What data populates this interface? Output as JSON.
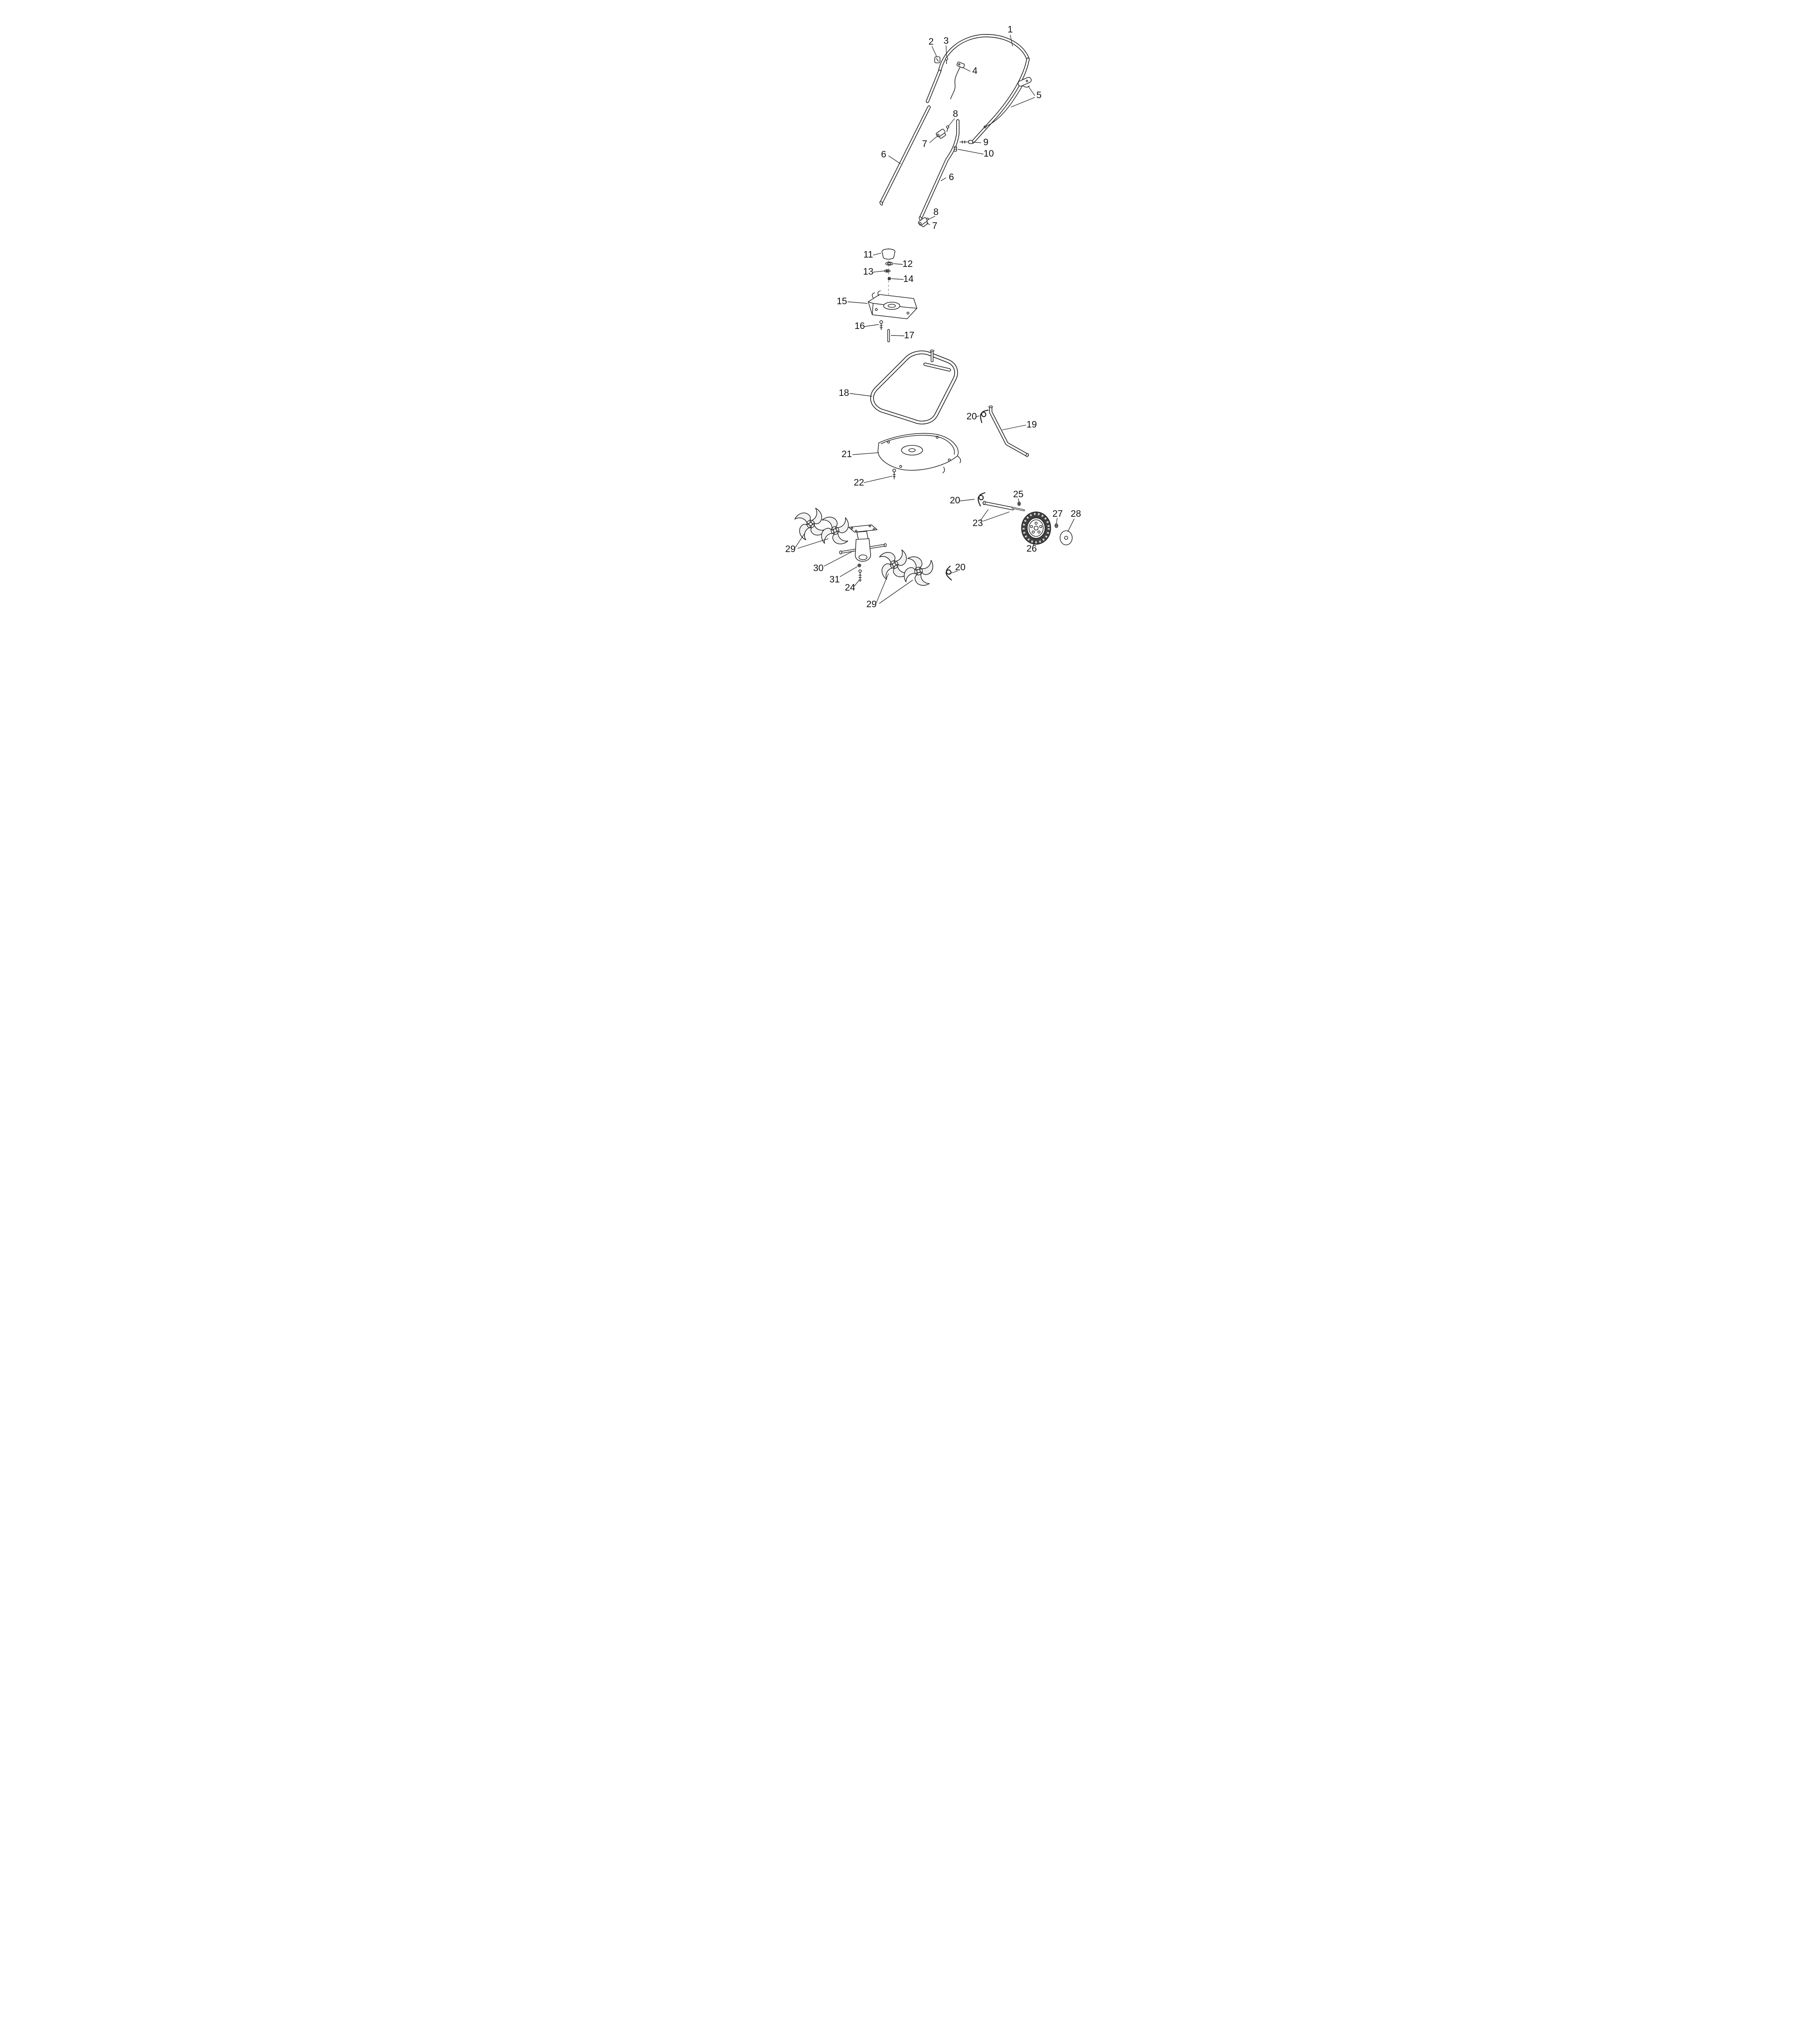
{
  "diagram": {
    "type": "exploded-parts-diagram",
    "background": "#ffffff",
    "colors": {
      "line": "#231f20",
      "tire": "#3f3f3f",
      "tread": "#ffffff",
      "rim": "#ffffff",
      "blade": "#f2f2f2",
      "label": "#111111"
    },
    "callouts": [
      {
        "n": "1"
      },
      {
        "n": "2"
      },
      {
        "n": "3"
      },
      {
        "n": "4"
      },
      {
        "n": "5"
      },
      {
        "n": "6"
      },
      {
        "n": "6"
      },
      {
        "n": "7"
      },
      {
        "n": "7"
      },
      {
        "n": "8"
      },
      {
        "n": "8"
      },
      {
        "n": "9"
      },
      {
        "n": "10"
      },
      {
        "n": "11"
      },
      {
        "n": "12"
      },
      {
        "n": "13"
      },
      {
        "n": "14"
      },
      {
        "n": "15"
      },
      {
        "n": "16"
      },
      {
        "n": "17"
      },
      {
        "n": "18"
      },
      {
        "n": "19"
      },
      {
        "n": "20"
      },
      {
        "n": "20"
      },
      {
        "n": "20"
      },
      {
        "n": "21"
      },
      {
        "n": "22"
      },
      {
        "n": "23"
      },
      {
        "n": "24"
      },
      {
        "n": "25"
      },
      {
        "n": "26"
      },
      {
        "n": "27"
      },
      {
        "n": "28"
      },
      {
        "n": "29"
      },
      {
        "n": "29"
      },
      {
        "n": "30"
      },
      {
        "n": "31"
      }
    ]
  }
}
